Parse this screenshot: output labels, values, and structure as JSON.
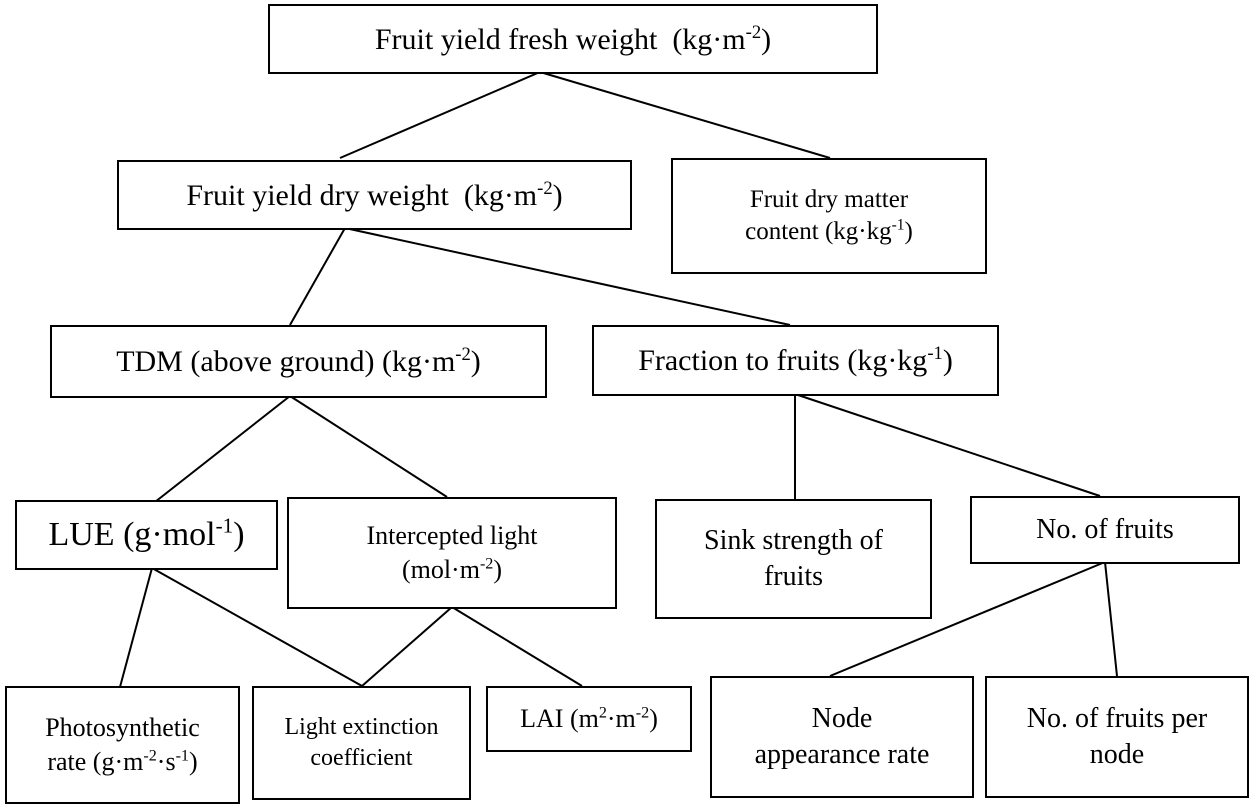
{
  "nodes": {
    "fresh_yield": {
      "text": "Fruit yield fresh weight",
      "unit": "(kg·m",
      "exp": "-2",
      "close": ")"
    },
    "dry_yield": {
      "text": "Fruit yield dry weight",
      "unit": "(kg·m",
      "exp": "-2",
      "close": ")"
    },
    "dry_matter": {
      "line1": "Fruit dry matter",
      "line2": "content (kg·kg",
      "exp": "-1",
      "close": ")"
    },
    "tdm": {
      "text": "TDM (above ground)",
      "unit": "(kg·m",
      "exp": "-2",
      "close": ")"
    },
    "fraction": {
      "text": "Fraction to fruits",
      "unit": "(kg·kg",
      "exp": "-1",
      "close": ")"
    },
    "lue": {
      "text": "LUE (g·mol",
      "exp": "-1",
      "close": ")"
    },
    "intercepted": {
      "line1": "Intercepted light",
      "line2": "(mol·m",
      "exp": "-2",
      "close": ")"
    },
    "sink": {
      "line1": "Sink strength of",
      "line2": "fruits"
    },
    "num_fruits": {
      "text": "No. of fruits"
    },
    "photo": {
      "line1": "Photosynthetic",
      "line2a": "rate (g·m",
      "exp1": "-2",
      "line2b": "·s",
      "exp2": "-1",
      "close": ")"
    },
    "extinction": {
      "line1": "Light extinction",
      "line2": "coefficient"
    },
    "lai": {
      "text_a": "LAI (m",
      "exp1": "2",
      "text_b": "·m",
      "exp2": "-2",
      "close": ")"
    },
    "node_rate": {
      "line1": "Node",
      "line2": "appearance rate"
    },
    "fruits_per_node": {
      "line1": "No. of fruits per",
      "line2": "node"
    }
  }
}
